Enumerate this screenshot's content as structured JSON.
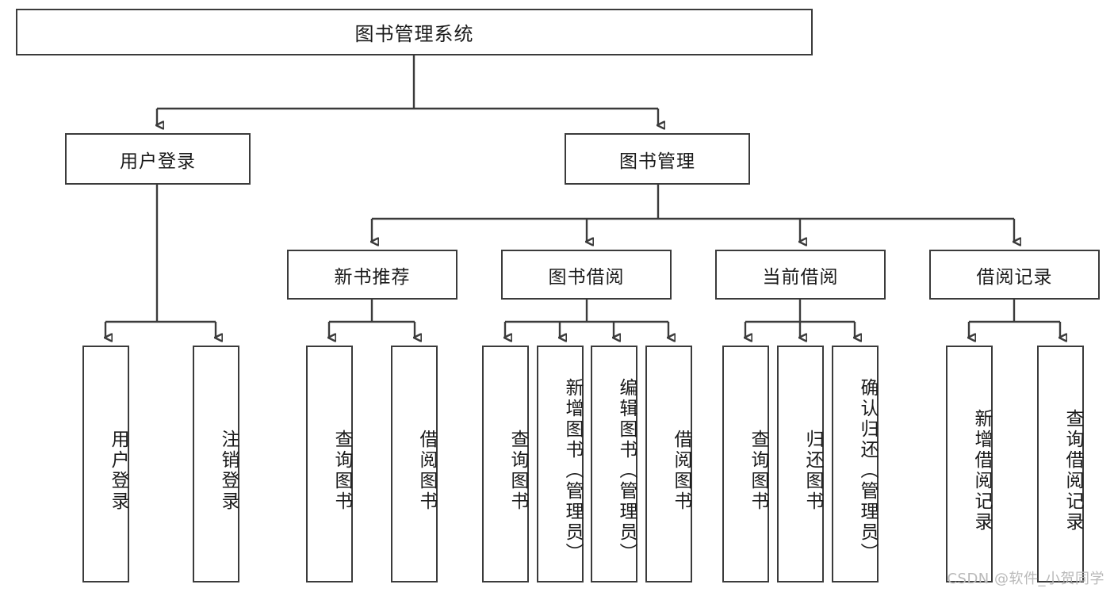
{
  "diagram": {
    "title": "图书管理系统",
    "watermark": "CSDN @软件_小贺同学",
    "type": "tree-diagram",
    "levels": 4,
    "root": {
      "label": "图书管理系统"
    },
    "level2": [
      {
        "label": "用户登录"
      },
      {
        "label": "图书管理"
      }
    ],
    "level3": [
      {
        "label": "新书推荐"
      },
      {
        "label": "图书借阅"
      },
      {
        "label": "当前借阅"
      },
      {
        "label": "借阅记录"
      }
    ],
    "leaves": {
      "user_login": [
        {
          "label": "用户登录"
        },
        {
          "label": "注销登录"
        }
      ],
      "new_book_recommend": [
        {
          "label": "查询图书"
        },
        {
          "label": "借阅图书"
        }
      ],
      "book_borrow": [
        {
          "label": "查询图书"
        },
        {
          "label": "新增图书（管理员）"
        },
        {
          "label": "编辑图书（管理员）"
        },
        {
          "label": "借阅图书"
        }
      ],
      "current_borrow": [
        {
          "label": "查询图书"
        },
        {
          "label": "归还图书"
        },
        {
          "label": "确认归还（管理员）"
        }
      ],
      "borrow_record": [
        {
          "label": "新增借阅记录"
        },
        {
          "label": "查询借阅记录"
        }
      ]
    },
    "colors": {
      "border": "#3b3b3b",
      "text": "#1a1a1a",
      "background": "#ffffff",
      "watermark": "#b9b9b9"
    }
  }
}
